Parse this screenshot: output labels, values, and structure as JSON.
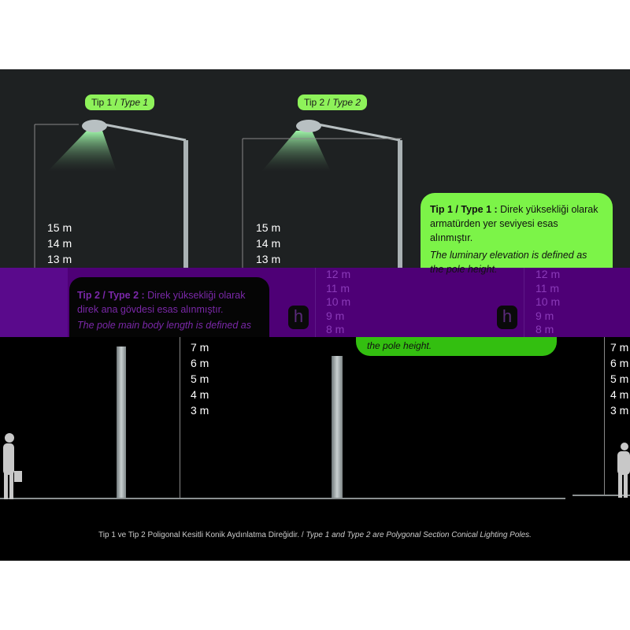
{
  "labels": {
    "type1_tip": "Tip 1 / ",
    "type1_type": "Type 1",
    "type2_tip": "Tip 2 / ",
    "type2_type": "Type 2"
  },
  "scale_upper": [
    "15 m",
    "14 m",
    "13 m"
  ],
  "scale_purple": [
    "12 m",
    "11 m",
    "10 m",
    "9 m",
    "8 m"
  ],
  "scale_lower": [
    "7 m",
    "6 m",
    "5 m",
    "4 m",
    "3 m"
  ],
  "note_type1": {
    "bold": "Tip 1 / Type 1 :",
    "tr": " Direk yüksekliği olarak armatürden yer seviyesi esas alınmıştır.",
    "en": "The luminary elevation is defined as the pole height."
  },
  "note_type2": {
    "bold": "Tip 2 / Type 2 :",
    "tr": " Direk yüksekliği olarak direk ana gövdesi esas alınmıştır.",
    "en": "The pole main body length is defined as",
    "en_tail": "the pole height."
  },
  "height_symbol": "h",
  "caption": {
    "tr": "Tip 1 ve Tip 2  Poligonal Kesitli Konik  Aydınlatma Direğidir.  /  ",
    "en": "Type 1 and Type 2 are Polygonal Section Conical Lighting Poles."
  },
  "colors": {
    "green": "#7cf448",
    "purple": "#4e0076",
    "dark": "#1e2122"
  }
}
